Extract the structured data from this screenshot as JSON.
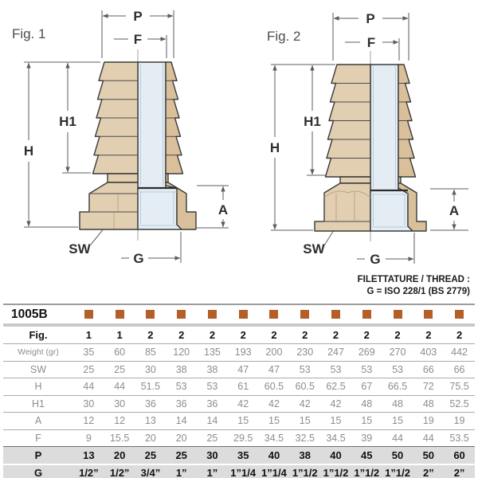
{
  "figures": [
    {
      "label": "Fig. 1",
      "dims": {
        "P": "P",
        "F": "F",
        "H1": "H1",
        "H": "H",
        "A": "A",
        "SW": "SW",
        "G": "G"
      }
    },
    {
      "label": "Fig. 2",
      "dims": {
        "P": "P",
        "F": "F",
        "H1": "H1",
        "H": "H",
        "A": "A",
        "SW": "SW",
        "G": "G"
      }
    }
  ],
  "thread_note": {
    "line1": "FILETTATURE / THREAD :",
    "line2": "G = ISO 228/1 (BS 2779)"
  },
  "colors": {
    "swatch": "#b45f28",
    "brass_section": "#e2cfb2",
    "bore_blue": "#e4edf3",
    "highlight_row_bg": "#dcdcdc"
  },
  "table": {
    "product_code": "1005B",
    "swatch_count": 13,
    "rows": [
      {
        "label": "Fig.",
        "style": "fig",
        "values": [
          "1",
          "1",
          "2",
          "2",
          "2",
          "2",
          "2",
          "2",
          "2",
          "2",
          "2",
          "2",
          "2"
        ]
      },
      {
        "label": "Weight (gr)",
        "style": "normal",
        "values": [
          "35",
          "60",
          "85",
          "120",
          "135",
          "193",
          "200",
          "230",
          "247",
          "269",
          "270",
          "403",
          "442"
        ]
      },
      {
        "label": "SW",
        "style": "normal",
        "values": [
          "25",
          "25",
          "30",
          "38",
          "38",
          "47",
          "47",
          "53",
          "53",
          "53",
          "53",
          "66",
          "66"
        ]
      },
      {
        "label": "H",
        "style": "normal",
        "values": [
          "44",
          "44",
          "51.5",
          "53",
          "53",
          "61",
          "60.5",
          "60.5",
          "62.5",
          "67",
          "66.5",
          "72",
          "75.5"
        ]
      },
      {
        "label": "H1",
        "style": "normal",
        "values": [
          "30",
          "30",
          "36",
          "36",
          "36",
          "42",
          "42",
          "42",
          "42",
          "48",
          "48",
          "48",
          "52.5"
        ]
      },
      {
        "label": "A",
        "style": "normal",
        "values": [
          "12",
          "12",
          "13",
          "14",
          "14",
          "15",
          "15",
          "15",
          "15",
          "15",
          "15",
          "19",
          "19"
        ]
      },
      {
        "label": "F",
        "style": "normal",
        "values": [
          "9",
          "15.5",
          "20",
          "20",
          "25",
          "29.5",
          "34.5",
          "32.5",
          "34.5",
          "39",
          "44",
          "44",
          "53.5"
        ]
      },
      {
        "label": "P",
        "style": "highlight",
        "values": [
          "13",
          "20",
          "25",
          "25",
          "30",
          "35",
          "40",
          "38",
          "40",
          "45",
          "50",
          "50",
          "60"
        ]
      },
      {
        "label": "G",
        "style": "highlight",
        "values": [
          "1/2”",
          "1/2”",
          "3/4”",
          "1”",
          "1”",
          "1”1/4",
          "1”1/4",
          "1”1/2",
          "1”1/2",
          "1”1/2",
          "1”1/2",
          "2”",
          "2”"
        ]
      }
    ]
  }
}
